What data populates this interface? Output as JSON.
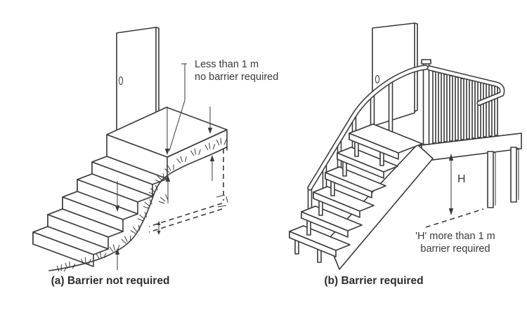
{
  "page": {
    "background": "#ffffff",
    "line_color": "#3a3a3a",
    "text_color": "#3a3a3a"
  },
  "figure_a": {
    "caption": "(a) Barrier not required",
    "annotation": {
      "line1": "Less than 1 m",
      "line2": "no barrier required"
    }
  },
  "figure_b": {
    "caption": "(b) Barrier required",
    "dimension_label": "H",
    "annotation": {
      "line1": "'H' more than 1 m",
      "line2": "barrier required"
    }
  }
}
